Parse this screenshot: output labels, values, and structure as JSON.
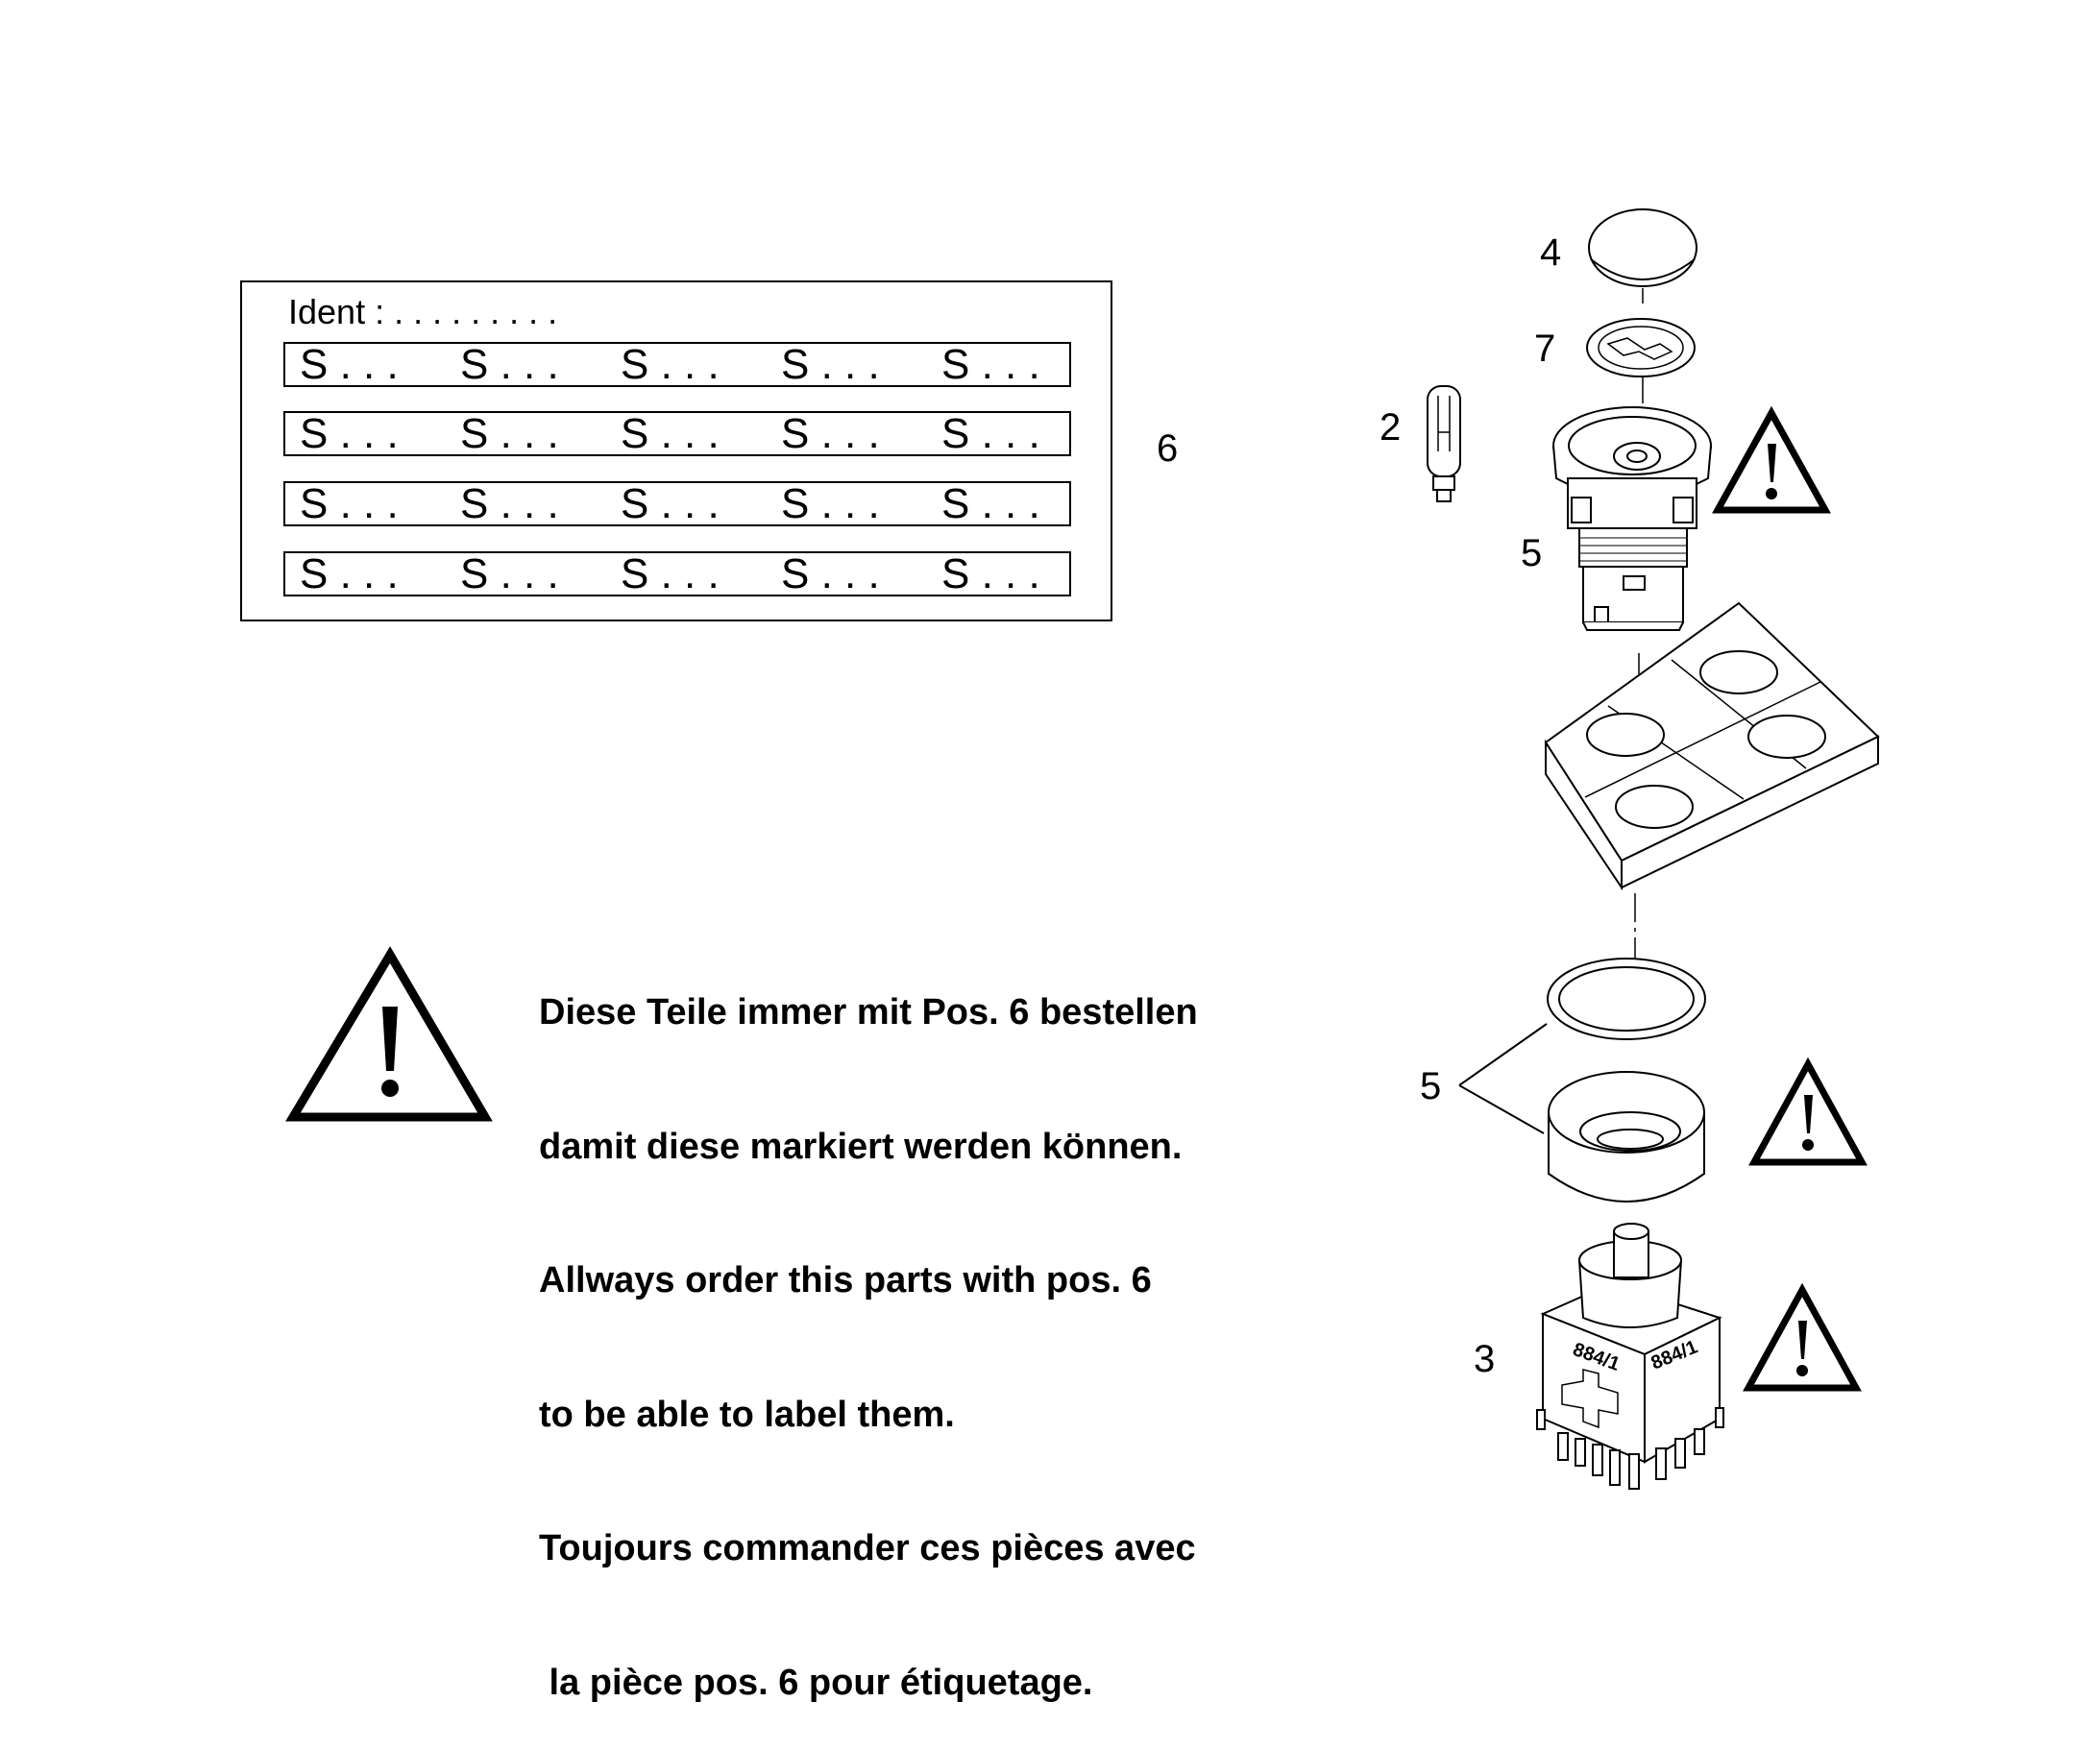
{
  "label_sheet": {
    "ident_label": "Ident : . . . . . . . . .",
    "rows": [
      [
        "S . . .",
        "S . . .",
        "S . . .",
        "S . . .",
        "S . . ."
      ],
      [
        "S . . .",
        "S . . .",
        "S . . .",
        "S . . .",
        "S . . ."
      ],
      [
        "S . . .",
        "S . . .",
        "S . . .",
        "S . . .",
        "S . . ."
      ],
      [
        "S . . .",
        "S . . .",
        "S . . .",
        "S . . .",
        "S . . ."
      ]
    ],
    "position_number": "6"
  },
  "note_lines": [
    "Diese Teile immer mit Pos. 6 bestellen",
    "damit diese markiert werden können.",
    "Allways order this parts with pos. 6",
    "to be able to label them.",
    "Toujours commander ces pièces avec",
    " la pièce pos. 6 pour étiquetage."
  ],
  "callouts": {
    "cap": "4",
    "lens_insert": "7",
    "lamp": "2",
    "actuator": "5",
    "rings": "5",
    "switch_block": "3"
  },
  "switch_marking": "884/1",
  "icons": [
    "warning-triangle-icon"
  ]
}
